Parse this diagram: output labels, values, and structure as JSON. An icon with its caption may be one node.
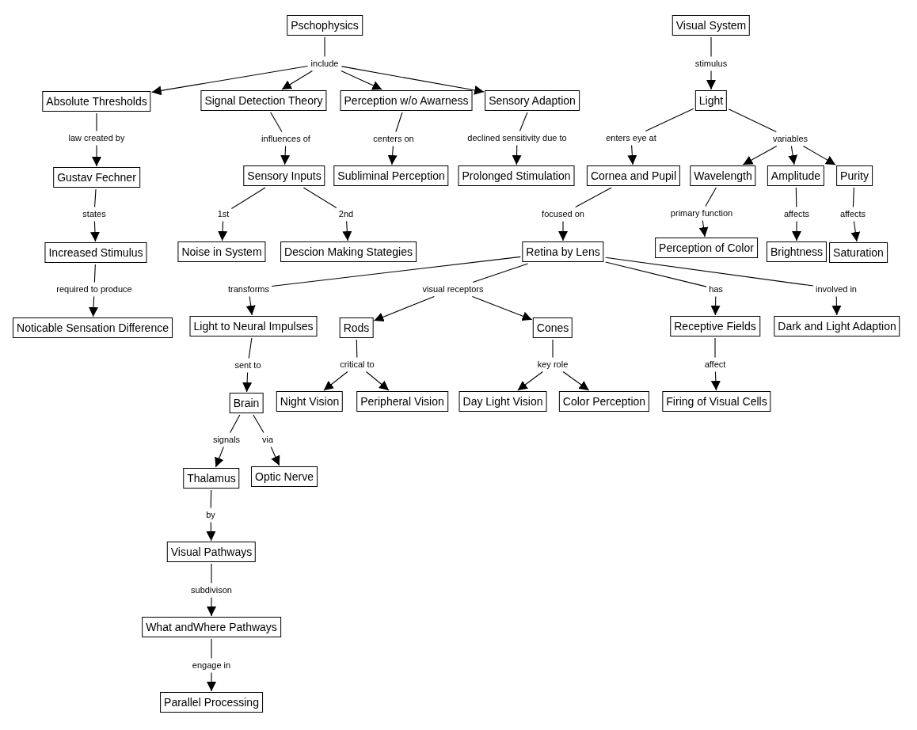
{
  "diagram": {
    "nodes": [
      {
        "text": [
          "Pschophysics"
        ]
      },
      {
        "text": [
          "include"
        ]
      },
      {
        "text": [
          "Absolute Thresholds"
        ]
      },
      {
        "text": [
          "Signal Detection Theory"
        ]
      },
      {
        "text": [
          "Perception w/o Awarness"
        ]
      },
      {
        "text": [
          "Sensory Adaption"
        ]
      },
      {
        "text": [
          "Visual System"
        ]
      },
      {
        "text": [
          "stimulus"
        ]
      },
      {
        "text": [
          "Light"
        ]
      },
      {
        "text": [
          "law created by"
        ]
      },
      {
        "text": [
          "influences of"
        ]
      },
      {
        "text": [
          "centers on"
        ]
      },
      {
        "text": [
          "declined sensitivity due to"
        ]
      },
      {
        "text": [
          "enters eye at"
        ]
      },
      {
        "text": [
          "variables"
        ]
      },
      {
        "text": [
          "Gustav Fechner"
        ]
      },
      {
        "text": [
          "Sensory Inputs"
        ]
      },
      {
        "text": [
          "Subliminal Perception"
        ]
      },
      {
        "text": [
          "Prolonged Stimulation"
        ]
      },
      {
        "text": [
          "Cornea and Pupil"
        ]
      },
      {
        "text": [
          "Wavelength"
        ]
      },
      {
        "text": [
          "Amplitude"
        ]
      },
      {
        "text": [
          "Purity"
        ]
      },
      {
        "text": [
          "states"
        ]
      },
      {
        "text": [
          "1st"
        ]
      },
      {
        "text": [
          "2nd"
        ]
      },
      {
        "text": [
          "focused on"
        ]
      },
      {
        "text": [
          "primary function"
        ]
      },
      {
        "text": [
          "affects"
        ]
      },
      {
        "text": [
          "affects"
        ]
      },
      {
        "text": [
          "Increased Stimulus"
        ]
      },
      {
        "text": [
          "Noise in System"
        ]
      },
      {
        "text": [
          "Descion Making Stategies"
        ]
      },
      {
        "text": [
          "Retina by Lens"
        ]
      },
      {
        "text": [
          "Perception of Color"
        ]
      },
      {
        "text": [
          "Brightness"
        ]
      },
      {
        "text": [
          "Saturation"
        ]
      },
      {
        "text": [
          "required to produce"
        ]
      },
      {
        "text": [
          "transforms"
        ]
      },
      {
        "text": [
          "visual receptors"
        ]
      },
      {
        "text": [
          "has"
        ]
      },
      {
        "text": [
          "involved in"
        ]
      },
      {
        "text": [
          "Noticable Sensation Difference"
        ]
      },
      {
        "text": [
          "Light to Neural Impulses"
        ]
      },
      {
        "text": [
          "Rods"
        ]
      },
      {
        "text": [
          "Cones"
        ]
      },
      {
        "text": [
          "Receptive Fields"
        ]
      },
      {
        "text": [
          "Dark and Light Adaption"
        ]
      },
      {
        "text": [
          "sent to"
        ]
      },
      {
        "text": [
          "critical to"
        ]
      },
      {
        "text": [
          "key role"
        ]
      },
      {
        "text": [
          "affect"
        ]
      },
      {
        "text": [
          "Brain"
        ]
      },
      {
        "text": [
          "Night Vision"
        ]
      },
      {
        "text": [
          "Peripheral Vision"
        ]
      },
      {
        "text": [
          "Day Light Vision"
        ]
      },
      {
        "text": [
          "Color Perception"
        ]
      },
      {
        "text": [
          "Firing of Visual Cells"
        ]
      },
      {
        "text": [
          "signals"
        ]
      },
      {
        "text": [
          "via"
        ]
      },
      {
        "text": [
          "Thalamus"
        ]
      },
      {
        "text": [
          "Optic Nerve"
        ]
      },
      {
        "text": [
          "by"
        ]
      },
      {
        "text": [
          "Visual Pathways"
        ]
      },
      {
        "text": [
          "subdivison"
        ]
      },
      {
        "text": [
          "What andWhere Pathways"
        ]
      },
      {
        "text": [
          "engage in"
        ]
      },
      {
        "text": [
          "Parallel Processing"
        ]
      }
    ],
    "edges": [
      {
        "from": 0,
        "to": 1,
        "arrow": "none"
      },
      {
        "from": 1,
        "to": 2,
        "arrow": "to"
      },
      {
        "from": 1,
        "to": 3,
        "arrow": "to"
      },
      {
        "from": 1,
        "to": 4,
        "arrow": "to"
      },
      {
        "from": 1,
        "to": 5,
        "arrow": "to"
      },
      {
        "from": 6,
        "to": 7,
        "arrow": "none"
      },
      {
        "from": 7,
        "to": 8,
        "arrow": "to"
      },
      {
        "from": 2,
        "to": 9,
        "arrow": "none"
      },
      {
        "from": 9,
        "to": 15,
        "arrow": "to"
      },
      {
        "from": 3,
        "to": 10,
        "arrow": "none"
      },
      {
        "from": 10,
        "to": 16,
        "arrow": "to"
      },
      {
        "from": 4,
        "to": 11,
        "arrow": "none"
      },
      {
        "from": 11,
        "to": 17,
        "arrow": "to"
      },
      {
        "from": 5,
        "to": 12,
        "arrow": "none"
      },
      {
        "from": 12,
        "to": 18,
        "arrow": "to"
      },
      {
        "from": 8,
        "to": 13,
        "arrow": "none"
      },
      {
        "from": 13,
        "to": 19,
        "arrow": "to"
      },
      {
        "from": 8,
        "to": 14,
        "arrow": "none"
      },
      {
        "from": 14,
        "to": 20,
        "arrow": "to"
      },
      {
        "from": 14,
        "to": 21,
        "arrow": "to"
      },
      {
        "from": 14,
        "to": 22,
        "arrow": "to"
      },
      {
        "from": 15,
        "to": 23,
        "arrow": "none"
      },
      {
        "from": 23,
        "to": 30,
        "arrow": "to"
      },
      {
        "from": 16,
        "to": 24,
        "arrow": "none"
      },
      {
        "from": 24,
        "to": 31,
        "arrow": "to"
      },
      {
        "from": 16,
        "to": 25,
        "arrow": "none"
      },
      {
        "from": 25,
        "to": 32,
        "arrow": "to"
      },
      {
        "from": 19,
        "to": 26,
        "arrow": "none"
      },
      {
        "from": 26,
        "to": 33,
        "arrow": "to"
      },
      {
        "from": 20,
        "to": 27,
        "arrow": "none"
      },
      {
        "from": 27,
        "to": 34,
        "arrow": "to"
      },
      {
        "from": 21,
        "to": 28,
        "arrow": "none"
      },
      {
        "from": 28,
        "to": 35,
        "arrow": "to"
      },
      {
        "from": 22,
        "to": 29,
        "arrow": "none"
      },
      {
        "from": 29,
        "to": 36,
        "arrow": "to"
      },
      {
        "from": 30,
        "to": 37,
        "arrow": "none"
      },
      {
        "from": 37,
        "to": 42,
        "arrow": "to"
      },
      {
        "from": 33,
        "to": 38,
        "arrow": "none"
      },
      {
        "from": 38,
        "to": 43,
        "arrow": "to"
      },
      {
        "from": 33,
        "to": 39,
        "arrow": "none"
      },
      {
        "from": 39,
        "to": 44,
        "arrow": "to"
      },
      {
        "from": 39,
        "to": 45,
        "arrow": "to"
      },
      {
        "from": 33,
        "to": 40,
        "arrow": "none"
      },
      {
        "from": 40,
        "to": 46,
        "arrow": "to"
      },
      {
        "from": 33,
        "to": 41,
        "arrow": "none"
      },
      {
        "from": 41,
        "to": 47,
        "arrow": "to"
      },
      {
        "from": 43,
        "to": 48,
        "arrow": "none"
      },
      {
        "from": 48,
        "to": 52,
        "arrow": "to"
      },
      {
        "from": 44,
        "to": 49,
        "arrow": "none"
      },
      {
        "from": 49,
        "to": 53,
        "arrow": "to"
      },
      {
        "from": 49,
        "to": 54,
        "arrow": "to"
      },
      {
        "from": 45,
        "to": 50,
        "arrow": "none"
      },
      {
        "from": 50,
        "to": 55,
        "arrow": "to"
      },
      {
        "from": 50,
        "to": 56,
        "arrow": "to"
      },
      {
        "from": 46,
        "to": 51,
        "arrow": "none"
      },
      {
        "from": 51,
        "to": 57,
        "arrow": "to"
      },
      {
        "from": 52,
        "to": 58,
        "arrow": "none"
      },
      {
        "from": 58,
        "to": 60,
        "arrow": "to"
      },
      {
        "from": 52,
        "to": 59,
        "arrow": "none"
      },
      {
        "from": 59,
        "to": 61,
        "arrow": "to"
      },
      {
        "from": 60,
        "to": 62,
        "arrow": "none"
      },
      {
        "from": 62,
        "to": 63,
        "arrow": "to"
      },
      {
        "from": 63,
        "to": 64,
        "arrow": "none"
      },
      {
        "from": 64,
        "to": 65,
        "arrow": "to"
      },
      {
        "from": 65,
        "to": 66,
        "arrow": "none"
      },
      {
        "from": 66,
        "to": 67,
        "arrow": "to"
      }
    ]
  }
}
